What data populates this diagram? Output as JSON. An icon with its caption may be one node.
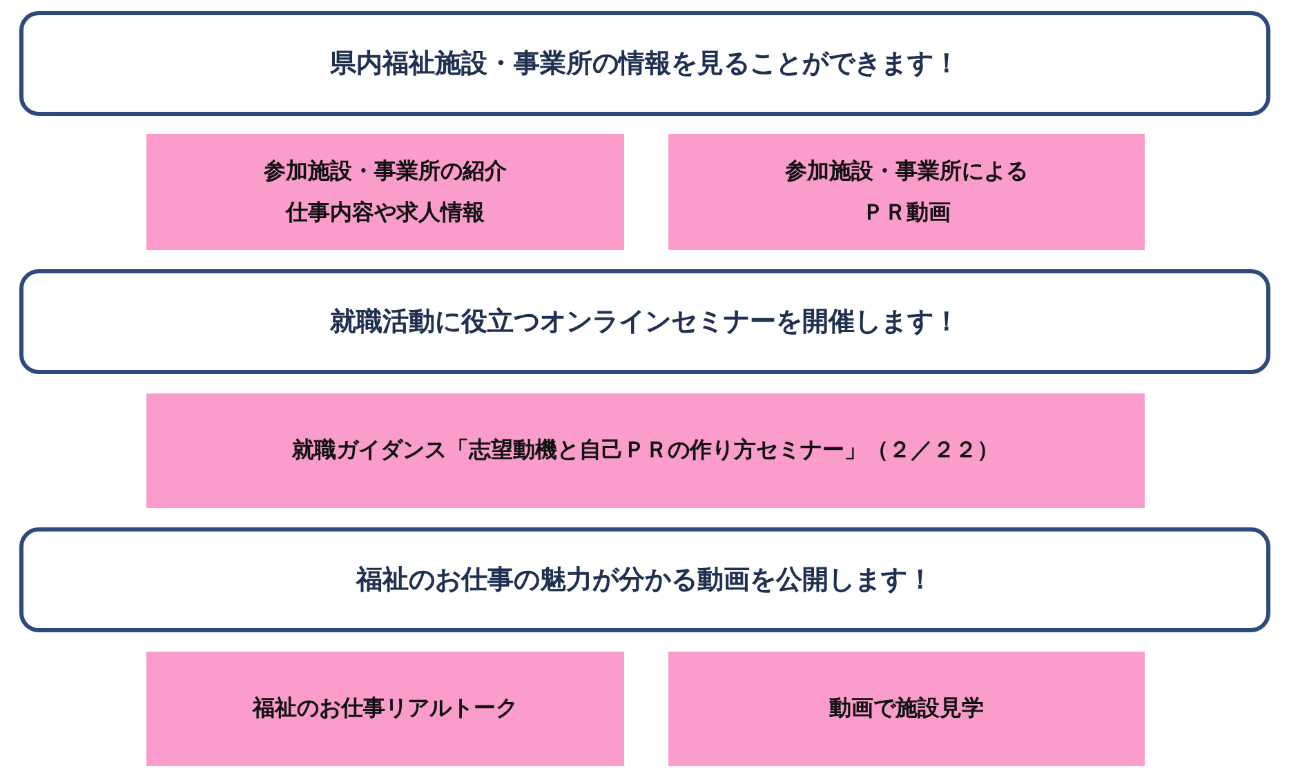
{
  "diagram": {
    "nodes": [
      {
        "text": [
          "県内福祉施設・事業所の情報を見ることができます！"
        ]
      },
      {
        "text": [
          "参加施設・事業所の紹介",
          "仕事内容や求人情報"
        ]
      },
      {
        "text": [
          "参加施設・事業所による",
          "ＰＲ動画"
        ]
      },
      {
        "text": [
          "就職活動に役立つオンラインセミナーを開催します！"
        ]
      },
      {
        "text": [
          "就職ガイダンス「志望動機と自己ＰＲの作り方セミナー」（２／２２）"
        ]
      },
      {
        "text": [
          "福祉のお仕事の魅力が分かる動画を公開します！"
        ]
      },
      {
        "text": [
          "福祉のお仕事リアルトーク"
        ]
      },
      {
        "text": [
          "動画で施設見学"
        ]
      }
    ]
  }
}
